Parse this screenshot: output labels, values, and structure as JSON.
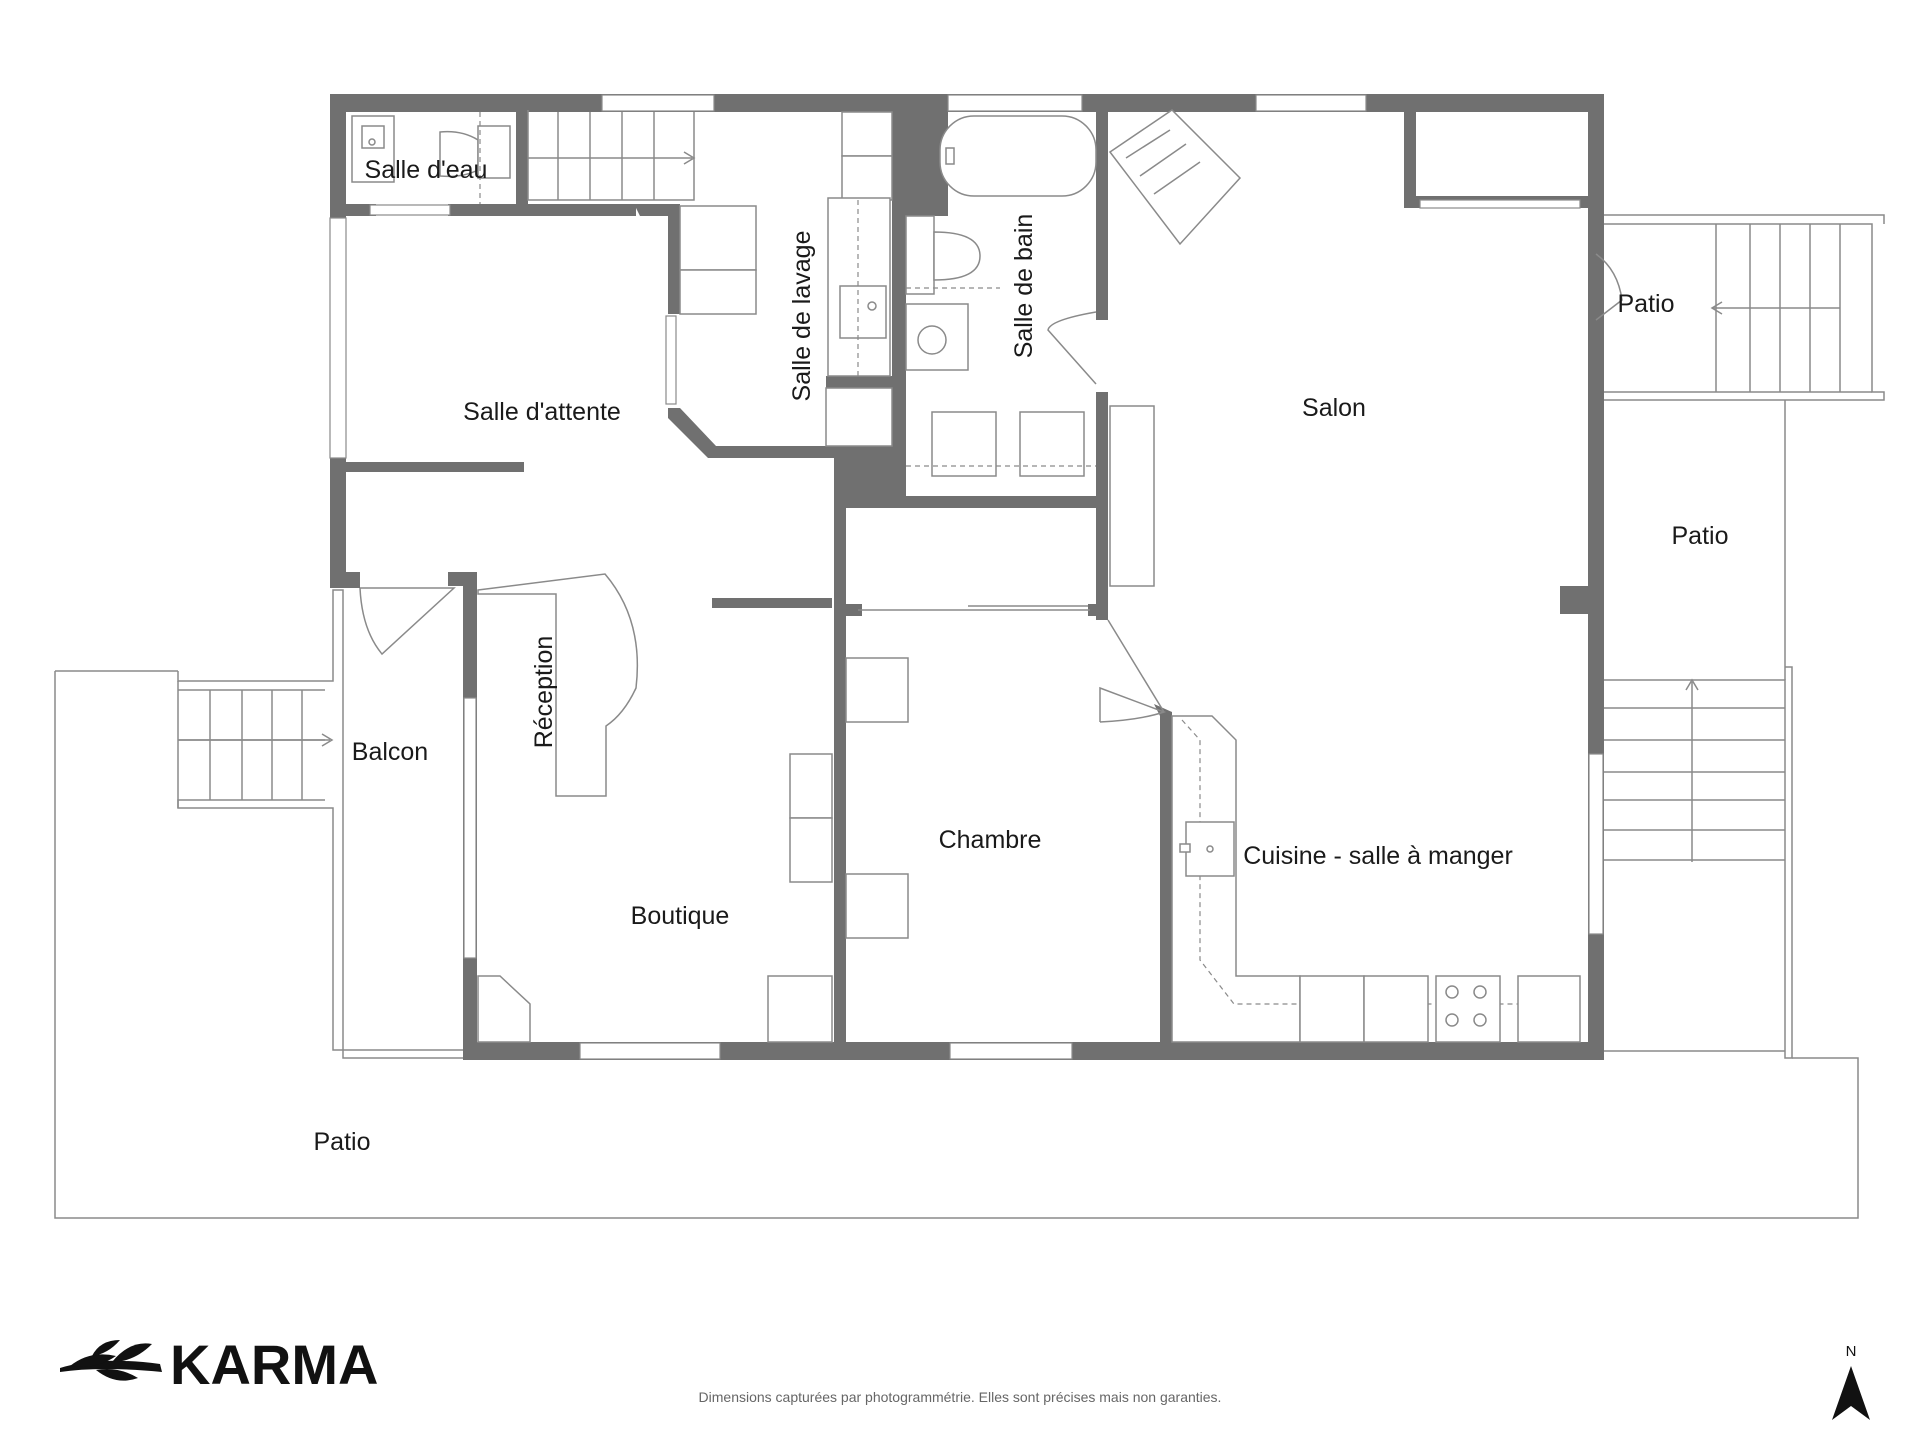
{
  "rooms": {
    "salle_eau": "Salle d'eau",
    "salle_lavage": "Salle de lavage",
    "salle_bain": "Salle de bain",
    "salle_attente": "Salle d'attente",
    "salon": "Salon",
    "patio_top": "Patio",
    "patio_right": "Patio",
    "reception": "Réception",
    "balcon": "Balcon",
    "chambre": "Chambre",
    "cuisine": "Cuisine - salle à manger",
    "boutique": "Boutique",
    "patio_bottom": "Patio"
  },
  "brand": {
    "name": "KARMA",
    "logo_icon": "leaf-sprig-icon"
  },
  "disclaimer": "Dimensions capturées par photogrammétrie. Elles sont précises mais non garanties.",
  "north": {
    "label": "N",
    "icon": "north-arrow-icon"
  },
  "colors": {
    "wall": "#707070",
    "line": "#8a8a8a",
    "text": "#1a1a1a"
  }
}
